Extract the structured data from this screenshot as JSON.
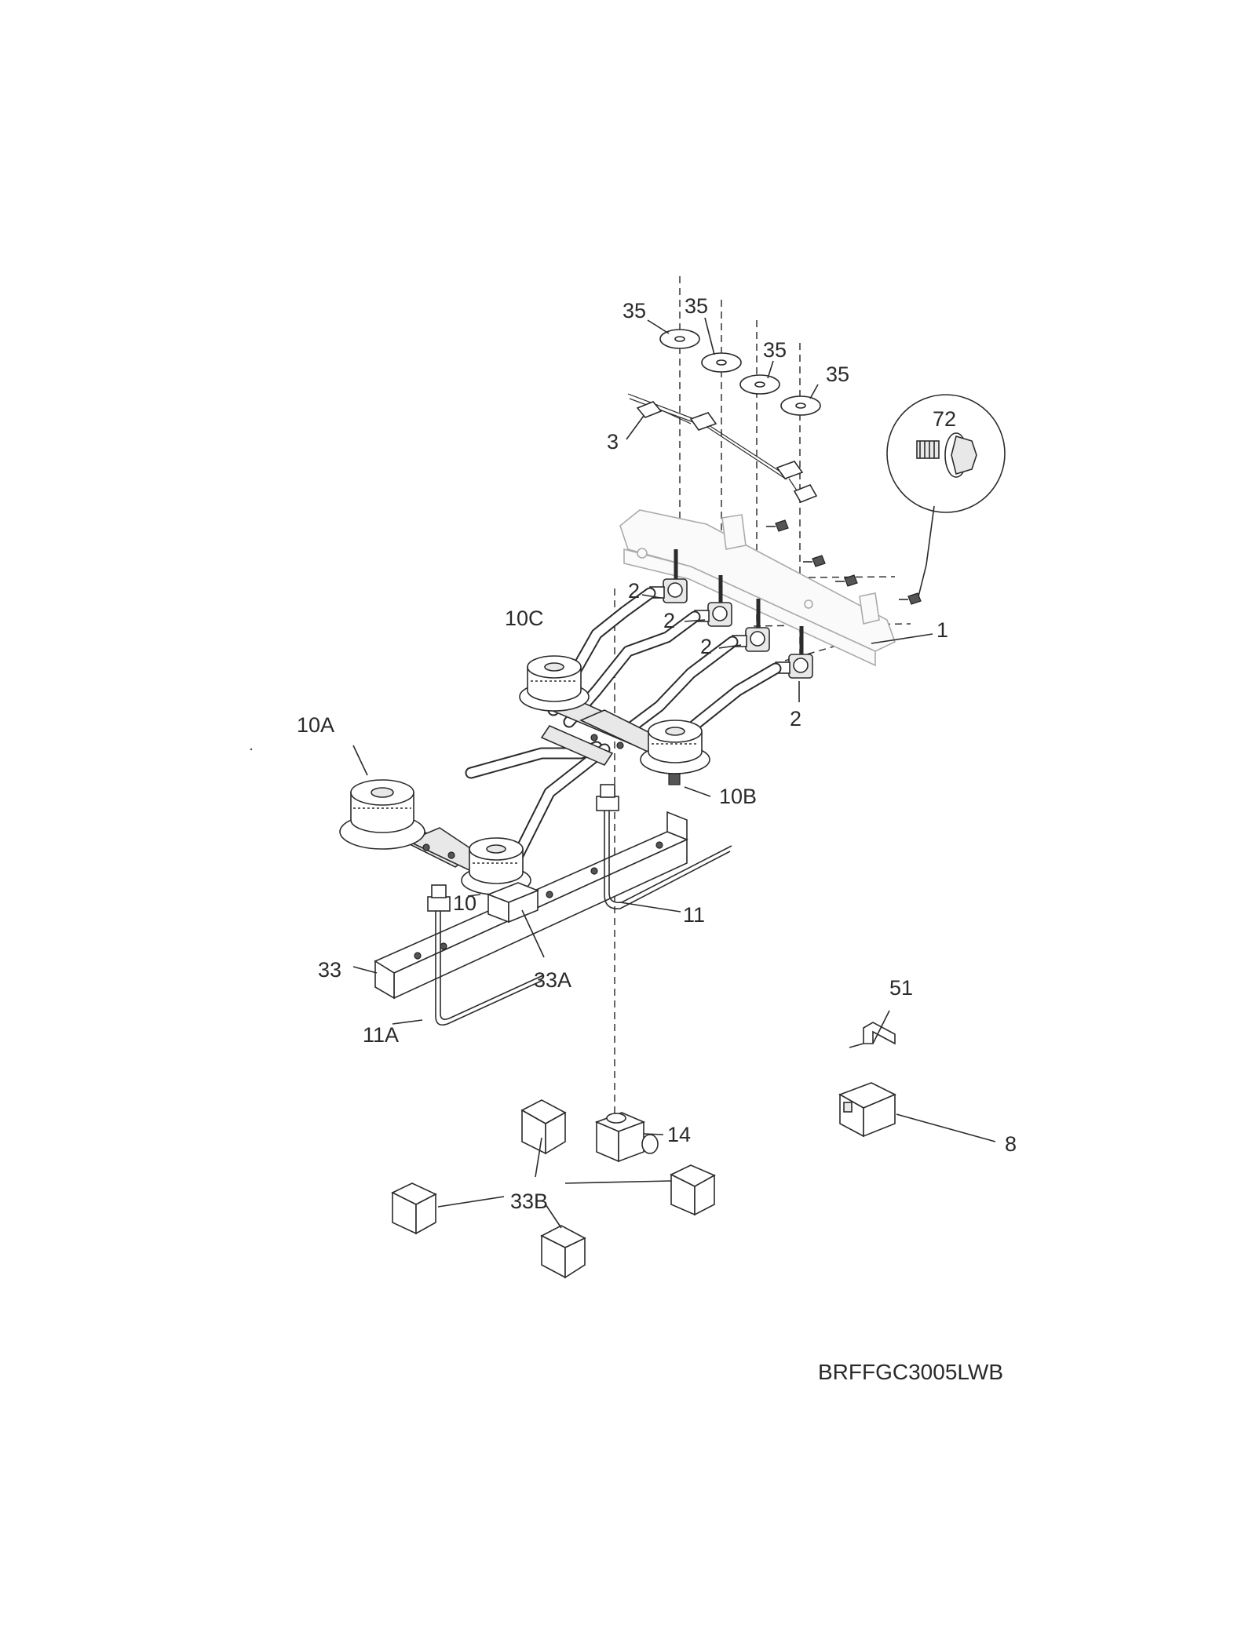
{
  "diagram": {
    "model_number": "BRFFGC3005LWB",
    "labels": {
      "p35a": "35",
      "p35b": "35",
      "p35c": "35",
      "p35d": "35",
      "p72": "72",
      "p3": "3",
      "p1": "1",
      "p2a": "2",
      "p2b": "2",
      "p2c": "2",
      "p2d": "2",
      "p10c": "10C",
      "p10a": "10A",
      "p10b": "10B",
      "p10": "10",
      "p11": "11",
      "p11a": "11A",
      "p33": "33",
      "p33a": "33A",
      "p51": "51",
      "p8": "8",
      "p14": "14",
      "p33b": "33B"
    }
  }
}
